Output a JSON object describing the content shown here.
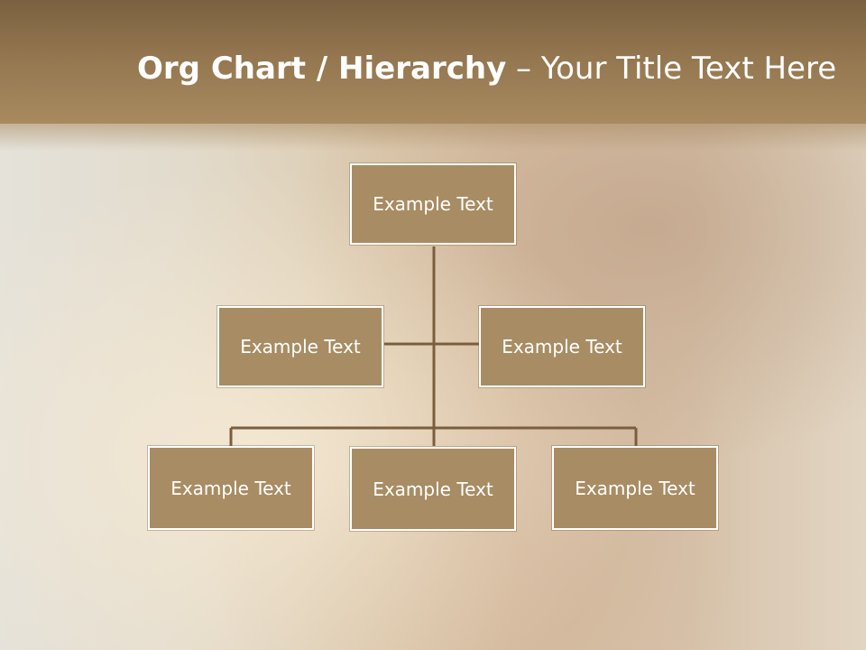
{
  "slide": {
    "title_bold": "Org Chart / Hierarchy",
    "title_dash": " – ",
    "title_rest": "Your Title Text Here"
  },
  "org_chart": {
    "root": "Example Text",
    "assistant_left": "Example Text",
    "assistant_right": "Example Text",
    "children": [
      "Example Text",
      "Example Text",
      "Example Text"
    ]
  },
  "colors": {
    "header": "#93764f",
    "box_fill": "#a88c63",
    "box_border": "#ffffff",
    "connector": "#7a5e3e",
    "text": "#ffffff"
  }
}
